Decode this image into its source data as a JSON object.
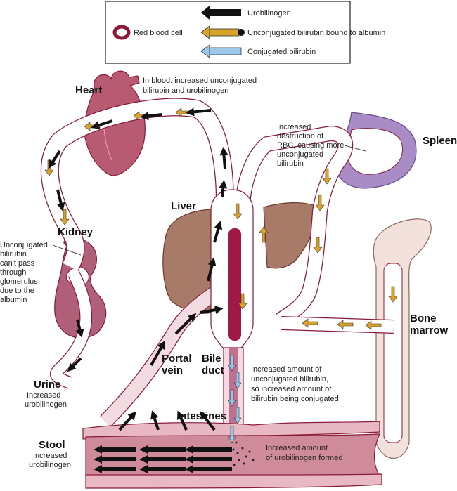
{
  "legend": {
    "rbc_label": "Red blood cell",
    "items": [
      {
        "label": "Urobilinogen",
        "color": "#111111"
      },
      {
        "label": "Unconjugated bilirubin bound to albumin",
        "color": "#d9a22a"
      },
      {
        "label": "Conjugated bilirubin",
        "color": "#9cc6ea"
      }
    ],
    "rbc_color": "#8b1a3a"
  },
  "organs": {
    "heart": "Heart",
    "kidney": "Kidney",
    "liver": "Liver",
    "spleen": "Spleen",
    "bone_marrow_line1": "Bone",
    "bone_marrow_line2": "marrow",
    "portal_vein_line1": "Portal",
    "portal_vein_line2": "vein",
    "bile_duct_line1": "Bile",
    "bile_duct_line2": "duct",
    "intestines": "Intestines",
    "urine": "Urine",
    "stool": "Stool"
  },
  "annotations": {
    "blood": [
      "In blood: increased unconjugated",
      "bilirubin and urobilinogen"
    ],
    "spleen": [
      "Increased",
      "destruction of",
      "RBC, causing more",
      "unconjugated",
      "bilirubin"
    ],
    "kidney": [
      "Unconjugated",
      "bilirubin",
      "can't pass",
      "through",
      "glomerulus",
      "due to the",
      "albumin"
    ],
    "urine": [
      "Increased",
      "urobilinogen"
    ],
    "stool": [
      "Increased",
      "urobilinogen"
    ],
    "bile_duct": [
      "Increased amount of",
      "unconjugated bilirubin,",
      "so increased amount of",
      "bilirubin being conjugated"
    ],
    "intestine": [
      "Increased amount",
      "of urobilinogen formed"
    ]
  }
}
